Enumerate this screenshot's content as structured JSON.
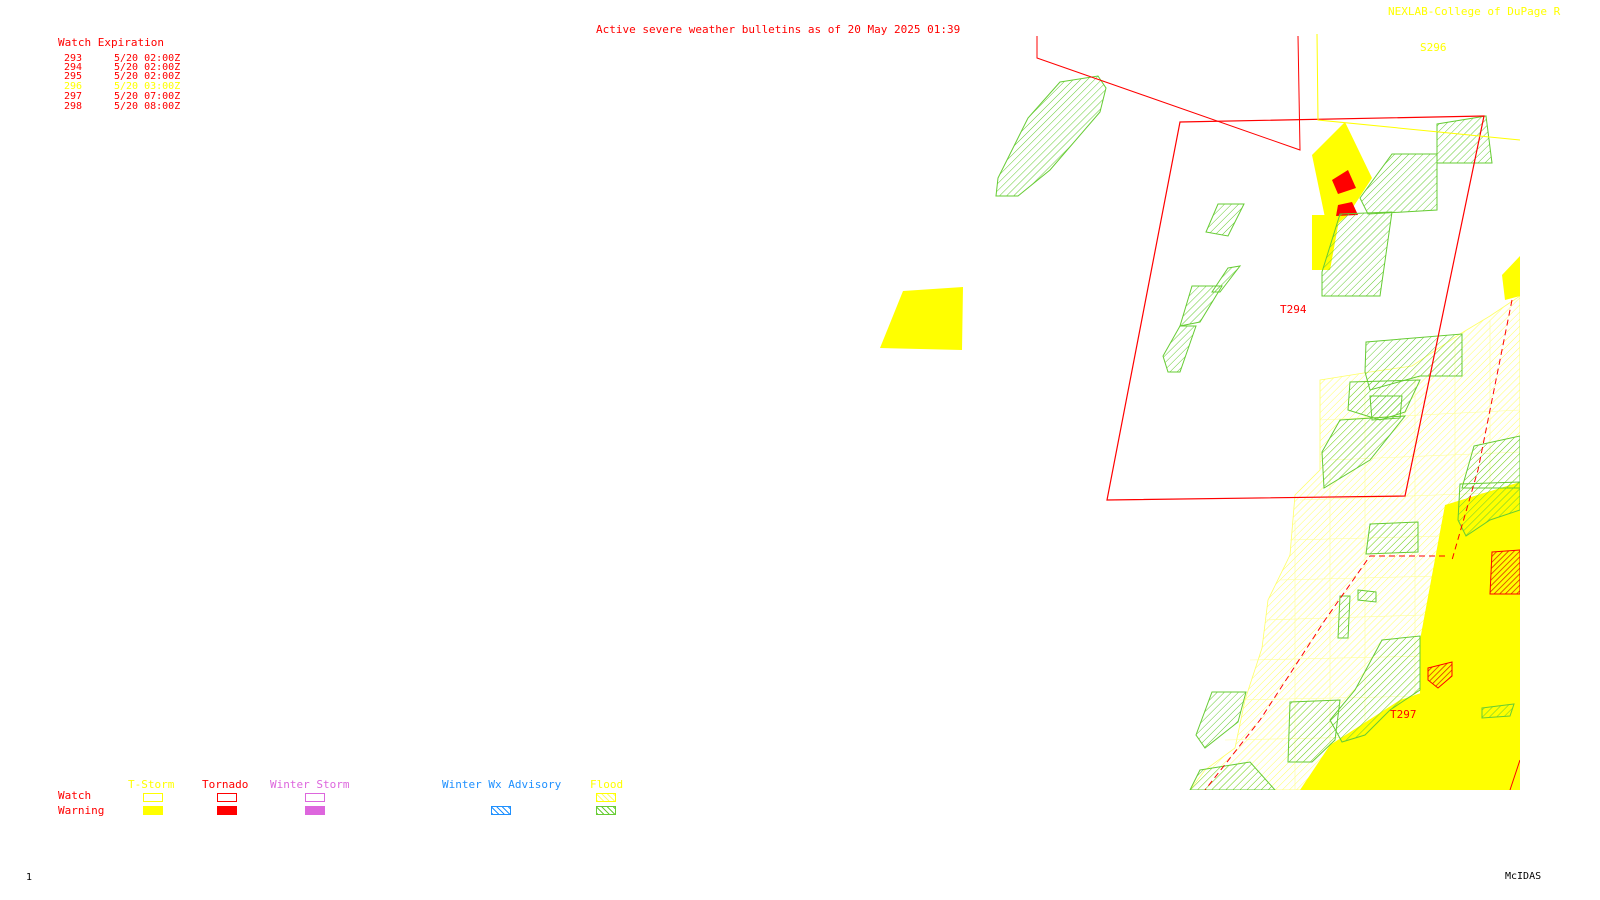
{
  "header": {
    "title": "Active severe weather bulletins as of 20 May 2025 01:39",
    "credit": "NEXLAB-College of DuPage R"
  },
  "watch_table": {
    "heading": "Watch Expiration",
    "rows": [
      {
        "num": "293",
        "expires": "5/20 02:00Z",
        "color": "#ff0000"
      },
      {
        "num": "294",
        "expires": "5/20 02:00Z",
        "color": "#ff0000"
      },
      {
        "num": "295",
        "expires": "5/20 02:00Z",
        "color": "#ff0000"
      },
      {
        "num": "296",
        "expires": "5/20 03:00Z",
        "color": "#ffff00"
      },
      {
        "num": "297",
        "expires": "5/20 07:00Z",
        "color": "#ff0000"
      },
      {
        "num": "298",
        "expires": "5/20 08:00Z",
        "color": "#ff0000"
      }
    ]
  },
  "map_labels": {
    "t294": "T294",
    "t297": "T297",
    "s296": "S296"
  },
  "legend": {
    "row_watch": "Watch",
    "row_warning": "Warning",
    "tstorm": "T-Storm",
    "tornado": "Tornado",
    "winter_storm": "Winter Storm",
    "winter_wx_advisory": "Winter Wx Advisory",
    "flood": "Flood"
  },
  "colors": {
    "tstorm": "#ffff00",
    "tornado": "#ff0000",
    "winter_storm": "#dd66dd",
    "winter_advisory": "#1e90ff",
    "flood": "#66cc33"
  },
  "footer": {
    "frame": "1",
    "software": "McIDAS"
  }
}
